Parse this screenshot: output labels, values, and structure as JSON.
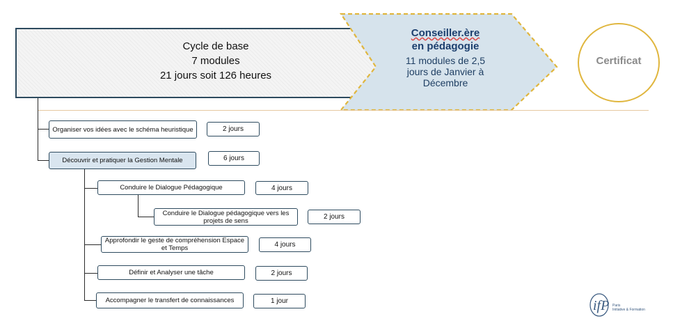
{
  "banner": {
    "cycle_lines": [
      "Cycle de base",
      "7 modules",
      "21 jours soit 126 heures"
    ],
    "conseiller_title_1": "Conseiller.ère",
    "conseiller_title_2": "en pédagogie",
    "conseiller_sub_1": "11 modules  de 2,5",
    "conseiller_sub_2": "jours de Janvier à",
    "conseiller_sub_3": "Décembre",
    "certificat": "Certificat"
  },
  "tree": {
    "nodes": [
      {
        "label": "Organiser vos idées avec le schéma heuristique",
        "days": "2 jours"
      },
      {
        "label": "Découvrir et pratiquer la Gestion Mentale",
        "days": "6 jours"
      },
      {
        "label": "Conduire le Dialogue Pédagogique",
        "days": "4 jours"
      },
      {
        "label": "Conduire le Dialogue pédagogique vers les projets de sens",
        "days": "2 jours"
      },
      {
        "label": "Approfondir le geste de compréhension Espace et Temps",
        "days": "4 jours"
      },
      {
        "label": "Définir et Analyser une tâche",
        "days": "2 jours"
      },
      {
        "label": "Accompagner le transfert de connaissances",
        "days": "1 jour"
      }
    ]
  },
  "logo": {
    "letters": "ifP",
    "name_1": "Paris",
    "name_2": "Initiative & Formation"
  },
  "colors": {
    "border": "#2d4a5e",
    "highlight": "#d9e5ef",
    "chevron_fill": "#d6e3ec",
    "chevron_border": "#e0b63e",
    "certificat_border": "#e0b63e"
  }
}
